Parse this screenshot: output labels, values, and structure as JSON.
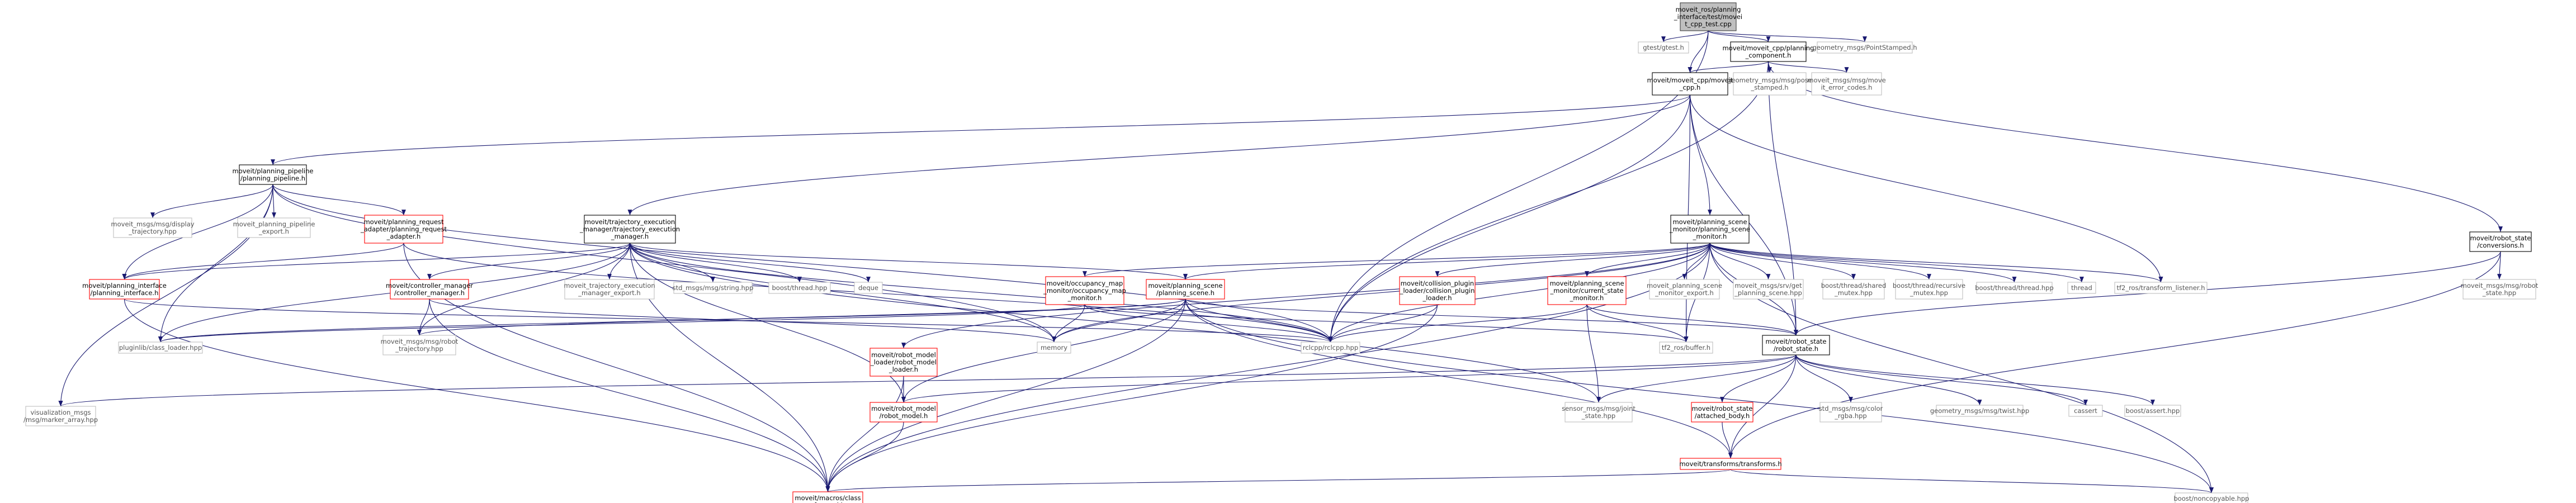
{
  "colors": {
    "edge": "#191970",
    "text": "#000000",
    "root_fill": "#bfbfbf",
    "root_border": "#404040",
    "linked_border": "#000000",
    "unresolved_border": "#bfbfbf",
    "missing_border": "#ff0000",
    "text_unresolved": "#555555"
  },
  "nodes": [
    {
      "id": "root",
      "label": "moveit_ros/planning\n_interface/test/movei\nt_cpp_test.cpp",
      "style": "root"
    },
    {
      "id": "gtest",
      "label": "gtest/gtest.h",
      "style": "unresolved"
    },
    {
      "id": "planning_component",
      "label": "moveit/moveit_cpp/planning\n_component.h",
      "style": "linked"
    },
    {
      "id": "pointstamped",
      "label": "geometry_msgs/PointStamped.h",
      "style": "unresolved"
    },
    {
      "id": "moveit_cpp",
      "label": "moveit/moveit_cpp/moveit\n_cpp.h",
      "style": "linked"
    },
    {
      "id": "posestamped",
      "label": "geometry_msgs/msg/pose\n_stamped.h",
      "style": "unresolved"
    },
    {
      "id": "moveit_error_codes",
      "label": "moveit_msgs/msg/move\nit_error_codes.h",
      "style": "unresolved"
    },
    {
      "id": "planning_pipeline",
      "label": "moveit/planning_pipeline\n/planning_pipeline.h",
      "style": "linked"
    },
    {
      "id": "trajectory_execution_manager",
      "label": "moveit/trajectory_execution\n_manager/trajectory_execution\n_manager.h",
      "style": "linked"
    },
    {
      "id": "planning_scene_monitor",
      "label": "moveit/planning_scene\n_monitor/planning_scene\n_monitor.h",
      "style": "linked"
    },
    {
      "id": "conversions",
      "label": "moveit/robot_state\n/conversions.h",
      "style": "linked"
    },
    {
      "id": "display_trajectory",
      "label": "moveit_msgs/msg/display\n_trajectory.hpp",
      "style": "unresolved"
    },
    {
      "id": "pipeline_export",
      "label": "moveit_planning_pipeline\n_export.h",
      "style": "unresolved"
    },
    {
      "id": "planning_request_adapter",
      "label": "moveit/planning_request\n_adapter/planning_request\n_adapter.h",
      "style": "missing"
    },
    {
      "id": "planning_interface",
      "label": "moveit/planning_interface\n/planning_interface.h",
      "style": "missing"
    },
    {
      "id": "controller_manager",
      "label": "moveit/controller_manager\n/controller_manager.h",
      "style": "missing"
    },
    {
      "id": "tem_export",
      "label": "moveit_trajectory_execution\n_manager_export.h",
      "style": "unresolved"
    },
    {
      "id": "std_string",
      "label": "std_msgs/msg/string.hpp",
      "style": "unresolved"
    },
    {
      "id": "boost_thread_hpp",
      "label": "boost/thread.hpp",
      "style": "unresolved"
    },
    {
      "id": "deque",
      "label": "deque",
      "style": "unresolved"
    },
    {
      "id": "occupancy_map_monitor",
      "label": "moveit/occupancy_map\n_monitor/occupancy_map\n_monitor.h",
      "style": "missing"
    },
    {
      "id": "planning_scene",
      "label": "moveit/planning_scene\n/planning_scene.h",
      "style": "missing"
    },
    {
      "id": "collision_plugin_loader",
      "label": "moveit/collision_plugin\n_loader/collision_plugin\n_loader.h",
      "style": "missing"
    },
    {
      "id": "current_state_monitor",
      "label": "moveit/planning_scene\n_monitor/current_state\n_monitor.h",
      "style": "missing"
    },
    {
      "id": "psm_export",
      "label": "moveit_planning_scene\n_monitor_export.h",
      "style": "unresolved"
    },
    {
      "id": "get_planning_scene",
      "label": "moveit_msgs/srv/get\n_planning_scene.hpp",
      "style": "unresolved"
    },
    {
      "id": "shared_mutex",
      "label": "boost/thread/shared\n_mutex.hpp",
      "style": "unresolved"
    },
    {
      "id": "recursive_mutex",
      "label": "boost/thread/recursive\n_mutex.hpp",
      "style": "unresolved"
    },
    {
      "id": "thread_thread",
      "label": "boost/thread/thread.hpp",
      "style": "unresolved"
    },
    {
      "id": "thread",
      "label": "thread",
      "style": "unresolved"
    },
    {
      "id": "tf2_listener",
      "label": "tf2_ros/transform_listener.h",
      "style": "unresolved"
    },
    {
      "id": "robot_state_msg",
      "label": "moveit_msgs/msg/robot\n_state.hpp",
      "style": "unresolved"
    },
    {
      "id": "pluginlib",
      "label": "pluginlib/class_loader.hpp",
      "style": "unresolved"
    },
    {
      "id": "robot_trajectory",
      "label": "moveit_msgs/msg/robot\n_trajectory.hpp",
      "style": "unresolved"
    },
    {
      "id": "memory",
      "label": "memory",
      "style": "unresolved"
    },
    {
      "id": "rclcpp",
      "label": "rclcpp/rclcpp.hpp",
      "style": "unresolved"
    },
    {
      "id": "tf2_buffer",
      "label": "tf2_ros/buffer.h",
      "style": "unresolved"
    },
    {
      "id": "robot_state",
      "label": "moveit/robot_state\n/robot_state.h",
      "style": "linked"
    },
    {
      "id": "robot_model_loader",
      "label": "moveit/robot_model\n_loader/robot_model\n_loader.h",
      "style": "missing"
    },
    {
      "id": "marker_array",
      "label": "visualization_msgs\n/msg/marker_array.hpp",
      "style": "unresolved"
    },
    {
      "id": "robot_model",
      "label": "moveit/robot_model\n/robot_model.h",
      "style": "missing"
    },
    {
      "id": "joint_state",
      "label": "sensor_msgs/msg/joint\n_state.hpp",
      "style": "unresolved"
    },
    {
      "id": "attached_body",
      "label": "moveit/robot_state\n/attached_body.h",
      "style": "missing"
    },
    {
      "id": "color_rgba",
      "label": "std_msgs/msg/color\n_rgba.hpp",
      "style": "unresolved"
    },
    {
      "id": "twist",
      "label": "geometry_msgs/msg/twist.hpp",
      "style": "unresolved"
    },
    {
      "id": "cassert",
      "label": "cassert",
      "style": "unresolved"
    },
    {
      "id": "boost_assert",
      "label": "boost/assert.hpp",
      "style": "unresolved"
    },
    {
      "id": "transforms",
      "label": "moveit/transforms/transforms.h",
      "style": "missing"
    },
    {
      "id": "class_forward",
      "label": "moveit/macros/class\n_forward.h",
      "style": "missing"
    },
    {
      "id": "noncopyable",
      "label": "boost/noncopyable.hpp",
      "style": "unresolved"
    }
  ],
  "edges": [
    [
      "root",
      "gtest"
    ],
    [
      "root",
      "planning_component"
    ],
    [
      "root",
      "pointstamped"
    ],
    [
      "root",
      "moveit_cpp"
    ],
    [
      "root",
      "rclcpp"
    ],
    [
      "planning_component",
      "moveit_cpp"
    ],
    [
      "planning_component",
      "posestamped"
    ],
    [
      "planning_component",
      "moveit_error_codes"
    ],
    [
      "planning_component",
      "conversions"
    ],
    [
      "planning_component",
      "robot_state"
    ],
    [
      "planning_component",
      "rclcpp"
    ],
    [
      "moveit_cpp",
      "planning_pipeline"
    ],
    [
      "moveit_cpp",
      "trajectory_execution_manager"
    ],
    [
      "moveit_cpp",
      "planning_scene_monitor"
    ],
    [
      "moveit_cpp",
      "tf2_listener"
    ],
    [
      "moveit_cpp",
      "rclcpp"
    ],
    [
      "moveit_cpp",
      "robot_state"
    ],
    [
      "moveit_cpp",
      "tf2_buffer"
    ],
    [
      "planning_pipeline",
      "display_trajectory"
    ],
    [
      "planning_pipeline",
      "pipeline_export"
    ],
    [
      "planning_pipeline",
      "planning_request_adapter"
    ],
    [
      "planning_pipeline",
      "planning_interface"
    ],
    [
      "planning_pipeline",
      "pluginlib"
    ],
    [
      "planning_pipeline",
      "marker_array"
    ],
    [
      "planning_pipeline",
      "memory"
    ],
    [
      "planning_pipeline",
      "rclcpp"
    ],
    [
      "planning_request_adapter",
      "planning_interface"
    ],
    [
      "planning_request_adapter",
      "class_forward"
    ],
    [
      "planning_request_adapter",
      "rclcpp"
    ],
    [
      "planning_interface",
      "class_forward"
    ],
    [
      "planning_interface",
      "rclcpp"
    ],
    [
      "trajectory_execution_manager",
      "controller_manager"
    ],
    [
      "trajectory_execution_manager",
      "tem_export"
    ],
    [
      "trajectory_execution_manager",
      "std_string"
    ],
    [
      "trajectory_execution_manager",
      "boost_thread_hpp"
    ],
    [
      "trajectory_execution_manager",
      "deque"
    ],
    [
      "trajectory_execution_manager",
      "planning_scene"
    ],
    [
      "trajectory_execution_manager",
      "robot_trajectory"
    ],
    [
      "trajectory_execution_manager",
      "pluginlib"
    ],
    [
      "trajectory_execution_manager",
      "rclcpp"
    ],
    [
      "trajectory_execution_manager",
      "class_forward"
    ],
    [
      "trajectory_execution_manager",
      "robot_model"
    ],
    [
      "trajectory_execution_manager",
      "joint_state"
    ],
    [
      "trajectory_execution_manager",
      "memory"
    ],
    [
      "trajectory_execution_manager",
      "planning_interface"
    ],
    [
      "controller_manager",
      "robot_trajectory"
    ],
    [
      "controller_manager",
      "class_forward"
    ],
    [
      "controller_manager",
      "memory"
    ],
    [
      "planning_scene_monitor",
      "occupancy_map_monitor"
    ],
    [
      "planning_scene_monitor",
      "planning_scene"
    ],
    [
      "planning_scene_monitor",
      "collision_plugin_loader"
    ],
    [
      "planning_scene_monitor",
      "current_state_monitor"
    ],
    [
      "planning_scene_monitor",
      "psm_export"
    ],
    [
      "planning_scene_monitor",
      "get_planning_scene"
    ],
    [
      "planning_scene_monitor",
      "shared_mutex"
    ],
    [
      "planning_scene_monitor",
      "recursive_mutex"
    ],
    [
      "planning_scene_monitor",
      "thread_thread"
    ],
    [
      "planning_scene_monitor",
      "thread"
    ],
    [
      "planning_scene_monitor",
      "tf2_listener"
    ],
    [
      "planning_scene_monitor",
      "robot_model_loader"
    ],
    [
      "planning_scene_monitor",
      "rclcpp"
    ],
    [
      "planning_scene_monitor",
      "memory"
    ],
    [
      "planning_scene_monitor",
      "class_forward"
    ],
    [
      "planning_scene_monitor",
      "noncopyable"
    ],
    [
      "planning_scene_monitor",
      "tf2_buffer"
    ],
    [
      "planning_scene_monitor",
      "robot_state"
    ],
    [
      "occupancy_map_monitor",
      "pluginlib"
    ],
    [
      "occupancy_map_monitor",
      "rclcpp"
    ],
    [
      "occupancy_map_monitor",
      "memory"
    ],
    [
      "occupancy_map_monitor",
      "tf2_buffer"
    ],
    [
      "planning_scene",
      "robot_model"
    ],
    [
      "planning_scene",
      "robot_state"
    ],
    [
      "planning_scene",
      "transforms"
    ],
    [
      "planning_scene",
      "class_forward"
    ],
    [
      "planning_scene",
      "rclcpp"
    ],
    [
      "planning_scene",
      "memory"
    ],
    [
      "planning_scene",
      "noncopyable"
    ],
    [
      "planning_scene",
      "robot_trajectory"
    ],
    [
      "planning_scene",
      "pluginlib"
    ],
    [
      "collision_plugin_loader",
      "rclcpp"
    ],
    [
      "collision_plugin_loader",
      "class_forward"
    ],
    [
      "current_state_monitor",
      "robot_state"
    ],
    [
      "current_state_monitor",
      "joint_state"
    ],
    [
      "current_state_monitor",
      "tf2_buffer"
    ],
    [
      "current_state_monitor",
      "rclcpp"
    ],
    [
      "conversions",
      "robot_state"
    ],
    [
      "conversions",
      "robot_state_msg"
    ],
    [
      "conversions",
      "transforms"
    ],
    [
      "robot_model_loader",
      "robot_model"
    ],
    [
      "robot_model_loader",
      "class_forward"
    ],
    [
      "robot_model",
      "class_forward"
    ],
    [
      "robot_state",
      "robot_model"
    ],
    [
      "robot_state",
      "attached_body"
    ],
    [
      "robot_state",
      "transforms"
    ],
    [
      "robot_state",
      "joint_state"
    ],
    [
      "robot_state",
      "marker_array"
    ],
    [
      "robot_state",
      "color_rgba"
    ],
    [
      "robot_state",
      "twist"
    ],
    [
      "robot_state",
      "cassert"
    ],
    [
      "robot_state",
      "boost_assert"
    ],
    [
      "attached_body",
      "transforms"
    ],
    [
      "transforms",
      "class_forward"
    ],
    [
      "transforms",
      "noncopyable"
    ]
  ]
}
